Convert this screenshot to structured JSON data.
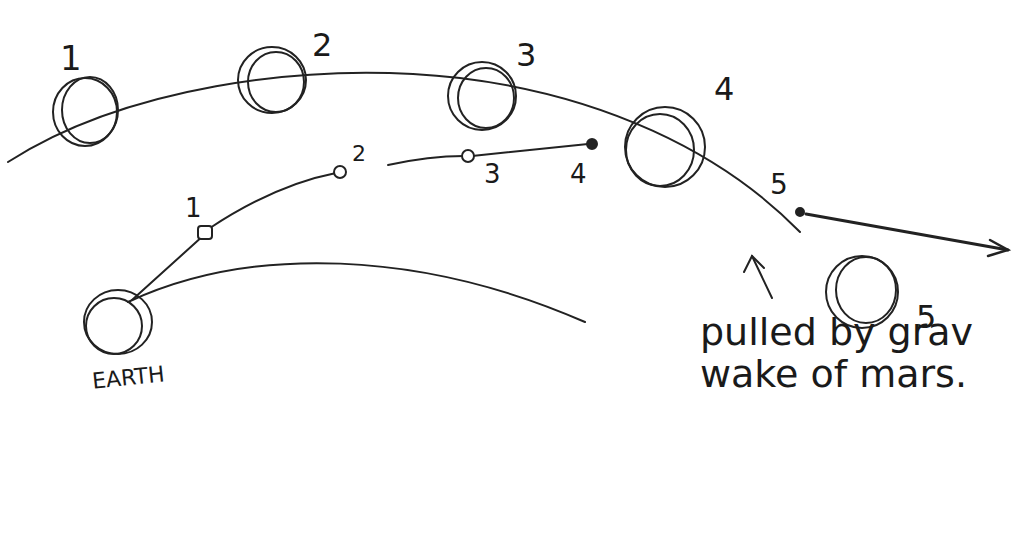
{
  "diagram": {
    "labels": [
      "1",
      "2",
      "3",
      "4",
      "5",
      "1",
      "2",
      "3",
      "4",
      "5",
      "EARTH",
      "pulled by grav wake of mars."
    ]
  }
}
